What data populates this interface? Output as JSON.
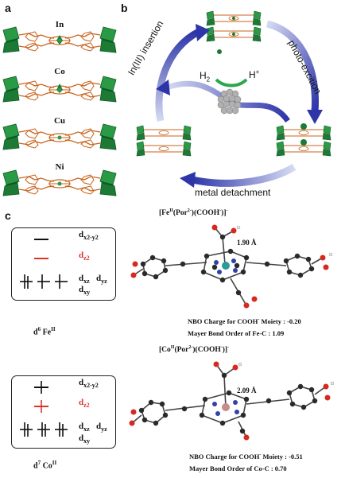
{
  "panels": {
    "a": "a",
    "b": "b",
    "c": "c"
  },
  "panel_a": {
    "metals": [
      "In",
      "Co",
      "Cu",
      "Ni"
    ]
  },
  "panel_b": {
    "arrow_labels": {
      "insertion": "In(III) insertion",
      "photo": "photo-excition",
      "detach": "metal detachment"
    },
    "h2": "H",
    "h2_sub": "2",
    "hplus": "H",
    "hplus_sup": "+"
  },
  "panel_c": {
    "fe": {
      "formula_main": "[Fe",
      "formula_sup1": "II",
      "formula_mid": "(Por",
      "formula_sup2": "2-",
      "formula_mid2": ")(COOH",
      "formula_sup3": "-",
      "formula_end": ")]",
      "formula_sup4": "-",
      "orbitals": {
        "top": "d",
        "top_sub": "x2-y2",
        "mid": "d",
        "mid_sub": "z2",
        "low1": "d",
        "low1_sub": "xz",
        "low2": "d",
        "low2_sub": "yz",
        "low3": "d",
        "low3_sub": "xy"
      },
      "config": "d",
      "config_sup": "6",
      "config_metal": " Fe",
      "config_metal_sup": "II",
      "bond": "1.90 Å",
      "nbo_pre": "NBO Charge for COOH",
      "nbo_sup": "-",
      "nbo_post": " Moiety : -0.20",
      "mayer": "Mayer Bond Order of Fe-C : 1.09"
    },
    "co": {
      "formula_main": "[Co",
      "formula_sup1": "II",
      "formula_mid": "(Por",
      "formula_sup2": "2-",
      "formula_mid2": ")(COOH",
      "formula_sup3": "-",
      "formula_end": ")]",
      "formula_sup4": "-",
      "orbitals": {
        "top": "d",
        "top_sub": "x2-y2",
        "mid": "d",
        "mid_sub": "z2",
        "low1": "d",
        "low1_sub": "xz",
        "low2": "d",
        "low2_sub": "yz",
        "low3": "d",
        "low3_sub": "xy"
      },
      "config": "d",
      "config_sup": "7",
      "config_metal": " Co",
      "config_metal_sup": "II",
      "bond": "2.09 Å",
      "nbo_pre": "NBO Charge for COOH",
      "nbo_sup": "-",
      "nbo_post": " Moiety : -0.51",
      "mayer": "Mayer Bond Order of Co-C : 0.70"
    }
  },
  "colors": {
    "green": "#1f8a3c",
    "dark_green": "#0d5a24",
    "orange": "#c9631c",
    "blue": "#3a3fb5",
    "red": "#e0322a"
  }
}
